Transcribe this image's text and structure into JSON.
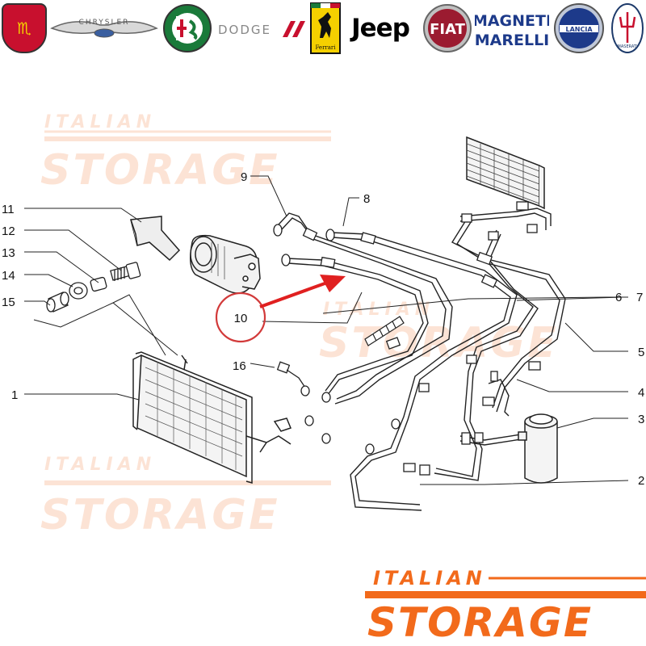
{
  "brands": [
    {
      "name": "abarth",
      "text": "ABARTH",
      "color": "#c8102e"
    },
    {
      "name": "chrysler",
      "text": "CHRYSLER",
      "color": "#6b6b6b"
    },
    {
      "name": "alfa-romeo",
      "text": "ALFA ROMEO",
      "color": "#1a7a3a"
    },
    {
      "name": "dodge",
      "text": "DODGE",
      "color": "#7a7a7a"
    },
    {
      "name": "ferrari",
      "text": "Ferrari",
      "color": "#f5d000"
    },
    {
      "name": "jeep",
      "text": "Jeep",
      "color": "#000000"
    },
    {
      "name": "fiat",
      "text": "FIAT",
      "color": "#9b1b30"
    },
    {
      "name": "magneti-marelli",
      "text": "MAGNETI MARELLI",
      "color": "#1d3a8a"
    },
    {
      "name": "lancia",
      "text": "LANCIA",
      "color": "#1d3a8a"
    },
    {
      "name": "maserati",
      "text": "MASERATI",
      "color": "#1d3a6a"
    }
  ],
  "watermark": {
    "line1": "ITALIAN",
    "line2": "STORAGE",
    "color": "#f26a1b"
  },
  "labels": {
    "p1": "1",
    "p2": "2",
    "p3": "3",
    "p4": "4",
    "p5": "5",
    "p6": "6",
    "p7": "7",
    "p8": "8",
    "p9": "9",
    "p10": "10",
    "p11": "11",
    "p12": "12",
    "p13": "13",
    "p14": "14",
    "p15": "15",
    "p16": "16"
  },
  "highlight": {
    "label": "10",
    "color": "#e02020"
  }
}
